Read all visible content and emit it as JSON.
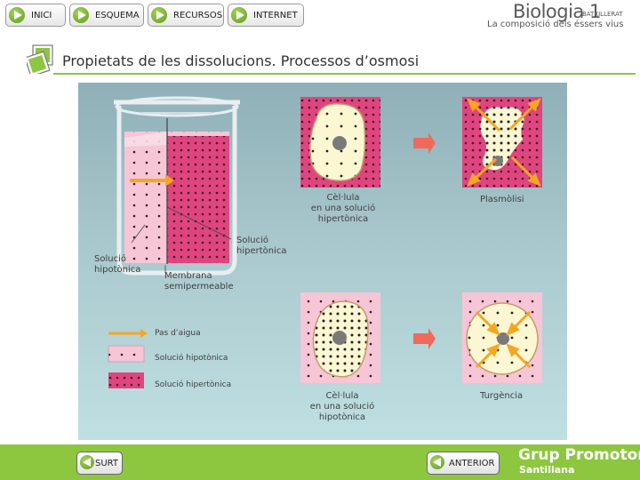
{
  "nav": {
    "items": [
      {
        "label": "INICI"
      },
      {
        "label": "ESQUEMA"
      },
      {
        "label": "RECURSOS"
      },
      {
        "label": "INTERNET"
      }
    ]
  },
  "brand": {
    "title": "Biologia 1",
    "sub": "BATXILLERAT",
    "subtitle": "La composició dels éssers vius"
  },
  "page": {
    "title": "Propietats de les dissolucions. Processos d’osmosi"
  },
  "figure": {
    "label_solucio_hipotonica": [
      "Solució",
      "hipotònica"
    ],
    "label_solucio_hipertonica": [
      "Solució",
      "hipertònica"
    ],
    "label_membrana": [
      "Membrana",
      "semipermeable"
    ],
    "label_cell_hyper": [
      "Cèl·lula",
      "en una solució",
      "hipertònica"
    ],
    "label_plasmolisi": "Plasmòlisi",
    "label_cell_hypo": [
      "Cèl·lula",
      "en una solució",
      "hipotònica"
    ],
    "label_turgencia": "Turgència",
    "legend": {
      "water": "Pas d’aigua",
      "hypo": "Solució hipotònica",
      "hyper": "Solució hipertònica"
    }
  },
  "footer": {
    "exit_label": "SURT",
    "prev_label": "ANTERIOR",
    "publisher": "Grup Promotor",
    "publisher_sub": "Santillana"
  },
  "colors": {
    "accent_green": "#8dc63f",
    "hypertonic_pink": "#e0457f",
    "hypotonic_pink": "#f6c6d6",
    "cell_yellow": "#fbf7d2",
    "water_arrow": "#f5a623"
  }
}
